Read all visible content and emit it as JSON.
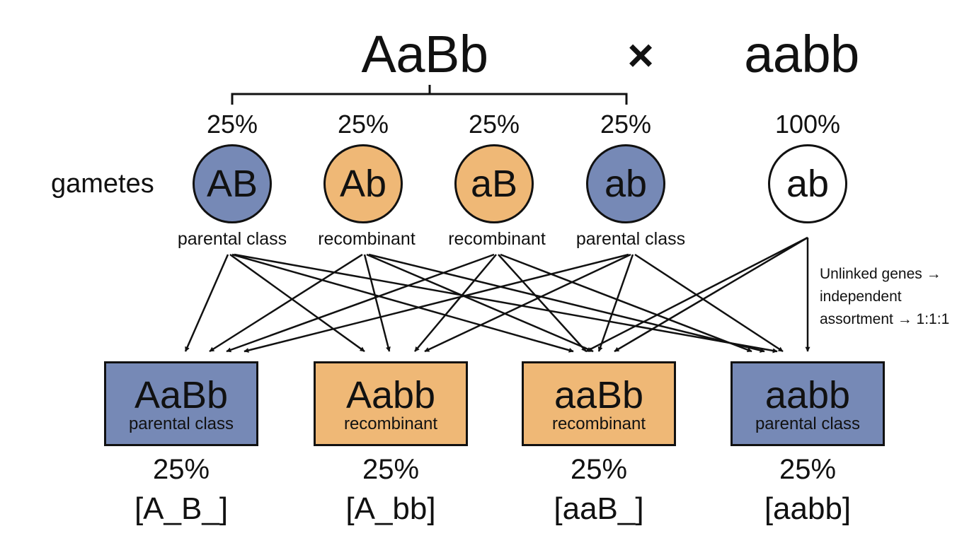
{
  "colors": {
    "parental": "#7689b6",
    "recombinant": "#efb876",
    "plain": "#ffffff",
    "line": "#111111"
  },
  "cross": {
    "parent1": "AaBb",
    "cross_symbol": "×",
    "parent2": "aabb"
  },
  "gametes_label": "gametes",
  "gametes": [
    {
      "genotype": "AB",
      "percent": "25%",
      "class": "parental class",
      "kind": "parental"
    },
    {
      "genotype": "Ab",
      "percent": "25%",
      "class": "recombinant",
      "kind": "recombinant"
    },
    {
      "genotype": "aB",
      "percent": "25%",
      "class": "recombinant",
      "kind": "recombinant"
    },
    {
      "genotype": "ab",
      "percent": "25%",
      "class": "parental class",
      "kind": "parental"
    }
  ],
  "tester_gamete": {
    "genotype": "ab",
    "percent": "100%",
    "kind": "plain"
  },
  "note": [
    "Unlinked genes →",
    "independent",
    "assortment → 1:1:1"
  ],
  "offspring": [
    {
      "genotype": "AaBb",
      "class": "parental class",
      "percent": "25%",
      "phenotype": "[A_B_]",
      "kind": "parental"
    },
    {
      "genotype": "Aabb",
      "class": "recombinant",
      "percent": "25%",
      "phenotype": "[A_bb]",
      "kind": "recombinant"
    },
    {
      "genotype": "aaBb",
      "class": "recombinant",
      "percent": "25%",
      "phenotype": "[aaB_]",
      "kind": "recombinant"
    },
    {
      "genotype": "aabb",
      "class": "parental class",
      "percent": "25%",
      "phenotype": "[aabb]",
      "kind": "parental"
    }
  ]
}
